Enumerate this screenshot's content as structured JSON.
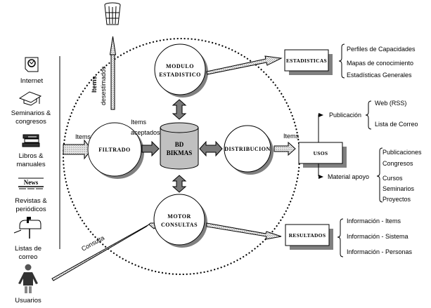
{
  "sources": [
    {
      "icon": "internet-document-icon",
      "label_lines": [
        "Internet"
      ]
    },
    {
      "icon": "graduation-cap-icon",
      "label_lines": [
        "Seminarios &",
        "congresos"
      ]
    },
    {
      "icon": "books-stack-icon",
      "label_lines": [
        "Libros &",
        "manuales"
      ]
    },
    {
      "icon": "newspaper-icon",
      "icon_text": "News",
      "label_lines": [
        "Revistas &",
        "periódicos"
      ]
    },
    {
      "icon": "mailbox-icon",
      "label_lines": [
        "Listas de",
        "correo"
      ]
    },
    {
      "icon": "user-person-icon",
      "label_lines": [
        "Usuarios"
      ]
    }
  ],
  "trash_icon": "trash-bin-icon",
  "nodes": {
    "filtrado": {
      "label": "FILTRADO"
    },
    "modulo_estadistico": {
      "label_lines": [
        "MODULO",
        "ESTADISTICO"
      ]
    },
    "database": {
      "label_lines": [
        "BD",
        "BIKMAS"
      ]
    },
    "distribucion": {
      "label": "DISTRIBUCION"
    },
    "motor_consultas": {
      "label_lines": [
        "MOTOR",
        "CONSULTAS"
      ]
    }
  },
  "flow_labels": {
    "items_in": "Items",
    "items_desestimados": [
      "Items",
      "desestimados"
    ],
    "items_aceptados": [
      "Items",
      "aceptados"
    ],
    "items_out": "Items",
    "consulta": "Consulta"
  },
  "outputs": {
    "estadisticas": {
      "label": "ESTADISTICAS",
      "items": [
        "Perfiles de Capacidades",
        "Mapas de conocimiento",
        "Estadísticas Generales"
      ]
    },
    "usos": {
      "label": "USOS",
      "branches": [
        {
          "label": "Publicación",
          "items": [
            "Web (RSS)",
            "Lista de Correo"
          ]
        },
        {
          "label": "Material apoyo",
          "items": [
            "Publicaciones",
            "Congresos",
            "Cursos",
            "Seminarios",
            "Proyectos"
          ]
        }
      ]
    },
    "resultados": {
      "label": "RESULTADOS",
      "items": [
        "Información - Items",
        "Información - Sistema",
        "Información - Personas"
      ]
    }
  },
  "colors": {
    "arrow_dark": "#7a7a7a",
    "arrow_light": "#d8d8d8",
    "shadow": "#808080",
    "db_fill": "#c0c0c0"
  }
}
